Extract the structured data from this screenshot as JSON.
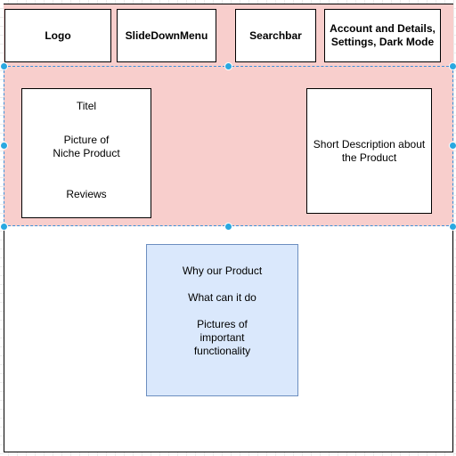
{
  "header": {
    "logo": "Logo",
    "menu": "SlideDownMenu",
    "search": "Searchbar",
    "account": "Account and Details,\nSettings, Dark Mode"
  },
  "hero": {
    "product_card": {
      "title": "Titel",
      "picture": "Picture of\nNiche Product",
      "reviews": "Reviews"
    },
    "description": "Short Description about\nthe Product"
  },
  "content": {
    "why": "Why our Product",
    "what": "What can it do",
    "pictures": "Pictures of\nimportant\nfunctionality"
  },
  "colors": {
    "header_fill": "#f8cecc",
    "blue_fill": "#dae8fc",
    "selection_handle": "#29a8e0"
  }
}
